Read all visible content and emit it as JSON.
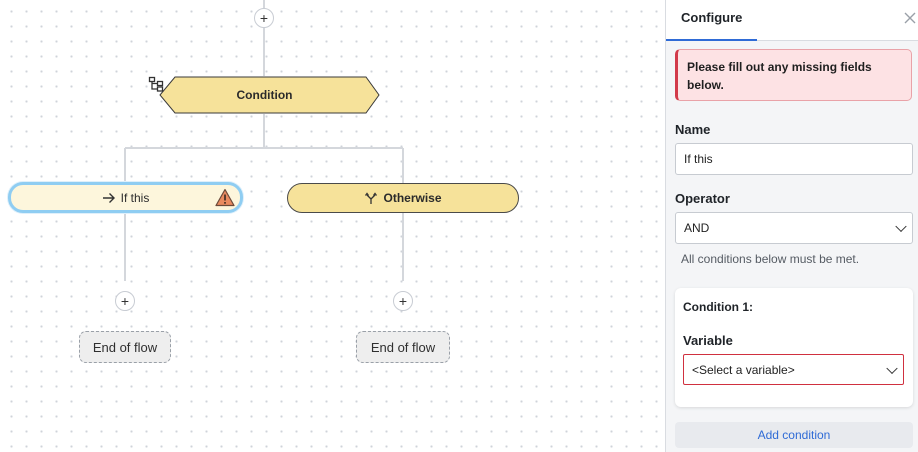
{
  "canvas": {
    "condition_node": {
      "label": "Condition",
      "icon": "hierarchy-icon",
      "fill": "#f6e29a"
    },
    "branches": [
      {
        "label": "If this",
        "icon": "arrow-right-icon",
        "has_warning": true,
        "end_label": "End of flow"
      },
      {
        "label": "Otherwise",
        "icon": "branch-icon",
        "has_warning": false,
        "end_label": "End of flow"
      }
    ],
    "add_step_symbol": "+"
  },
  "panel": {
    "title": "Configure",
    "close_icon": "close-icon",
    "error_message": "Please fill out any missing fields below.",
    "name": {
      "label": "Name",
      "value": "If this"
    },
    "operator": {
      "label": "Operator",
      "value": "AND",
      "hint": "All conditions below must be met."
    },
    "condition_card": {
      "title": "Condition 1:",
      "variable_label": "Variable",
      "variable_value": "<Select a variable>"
    },
    "add_condition_label": "Add condition"
  },
  "colors": {
    "accent": "#2f6bd6",
    "node_fill": "#f6e29a",
    "error": "#d23a4a",
    "selected_outline": "#8fcdf2"
  }
}
